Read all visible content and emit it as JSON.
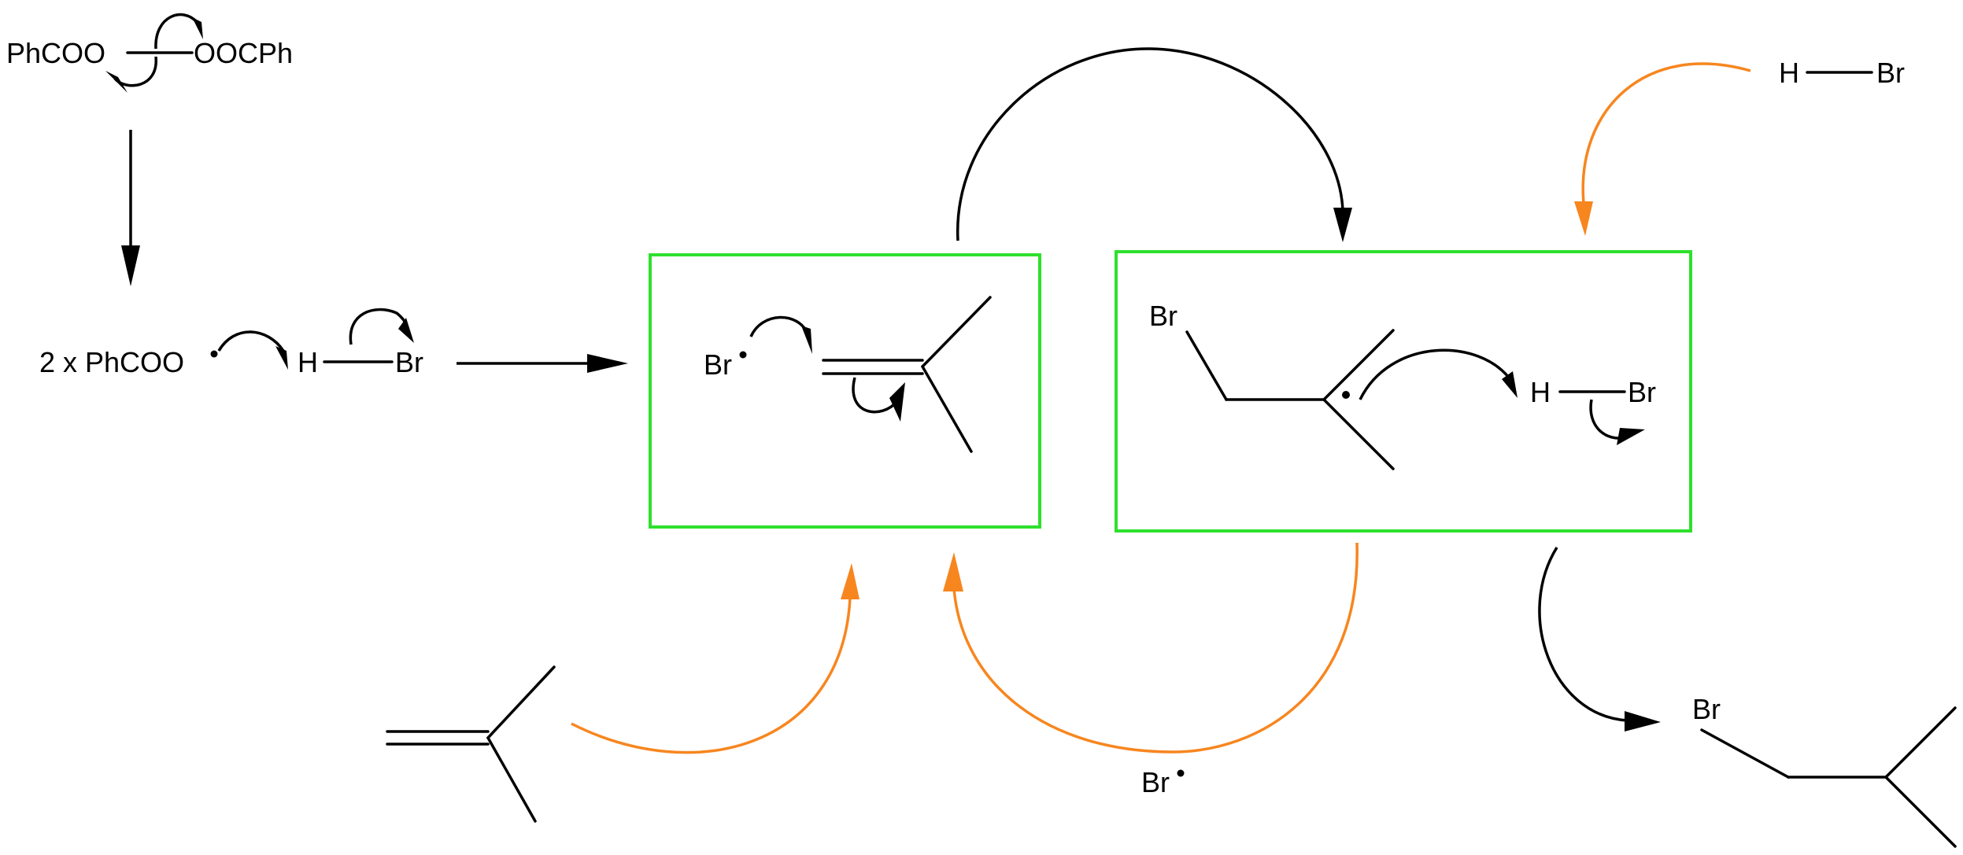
{
  "colors": {
    "orange": "#f7861f",
    "green": "#2ee02e",
    "black": "#000000"
  },
  "initiation": {
    "peroxide_left": "PhCOO",
    "peroxide_right": "OOCPh",
    "radical_label": "2 x PhCOO",
    "h_atom": "H",
    "br_atom": "Br"
  },
  "box1": {
    "br_radical": "Br"
  },
  "box2": {
    "br_substituent": "Br",
    "h_atom": "H",
    "br_atom": "Br"
  },
  "reagent_hbr": {
    "h_atom": "H",
    "br_atom": "Br"
  },
  "regenerated_radical": "Br",
  "product": {
    "br_substituent": "Br"
  }
}
